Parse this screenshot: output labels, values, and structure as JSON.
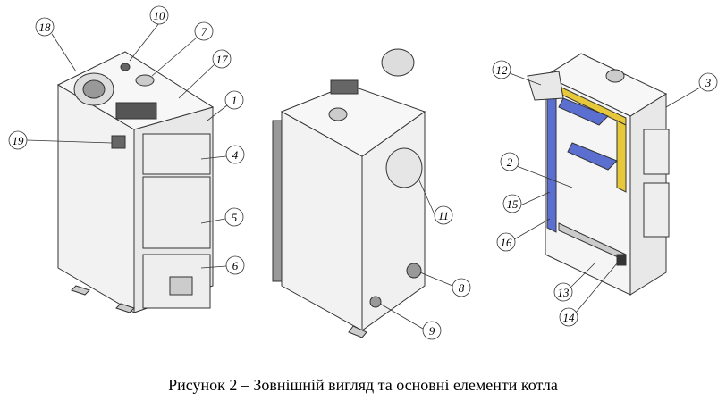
{
  "caption": "Рисунок 2 – Зовнішній вигляд та основні елементи котла",
  "colors": {
    "outline": "#333333",
    "fill": "#f4f4f4",
    "shade": "#e2e2e2",
    "channel": "#5a6fd0",
    "frame": "#e6c83a"
  },
  "callouts": {
    "left": [
      "18",
      "10",
      "7",
      "17",
      "1",
      "19",
      "4",
      "5",
      "6"
    ],
    "middle": [
      "11",
      "8",
      "9"
    ],
    "right": [
      "12",
      "3",
      "2",
      "15",
      "16",
      "13",
      "14"
    ]
  }
}
